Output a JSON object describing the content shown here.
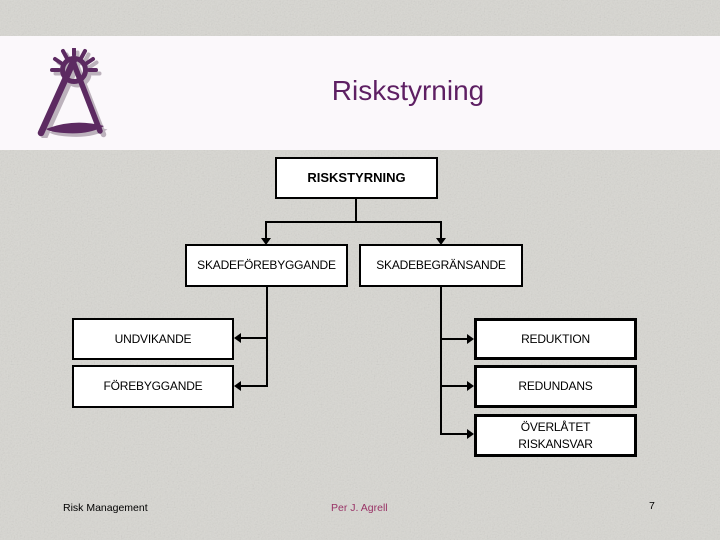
{
  "slide": {
    "title": "Riskstyrning"
  },
  "diagram": {
    "root": {
      "label": "RISKSTYRNING"
    },
    "branches": [
      {
        "label": "SKADEFÖREBYGGANDE",
        "children": [
          {
            "label": "UNDVIKANDE"
          },
          {
            "label": "FÖREBYGGANDE"
          }
        ]
      },
      {
        "label": "SKADEBEGRÄNSANDE",
        "children": [
          {
            "label": "REDUKTION"
          },
          {
            "label": "REDUNDANS"
          },
          {
            "label": "ÖVERLÅTET RISKANSVAR"
          }
        ]
      }
    ]
  },
  "footer": {
    "left": "Risk Management",
    "center": "Per J. Agrell",
    "page_number": "7"
  },
  "icons": {
    "logo": "sun-pyramid-logo"
  },
  "colors": {
    "title_text": "#5e1f63",
    "logo_purple": "#5c2a61",
    "footer_center_text": "#993366",
    "box_border": "#000000",
    "box_fill": "#ffffff",
    "background_gray": "#d8d7d2",
    "header_band": "#fbf8fb"
  }
}
